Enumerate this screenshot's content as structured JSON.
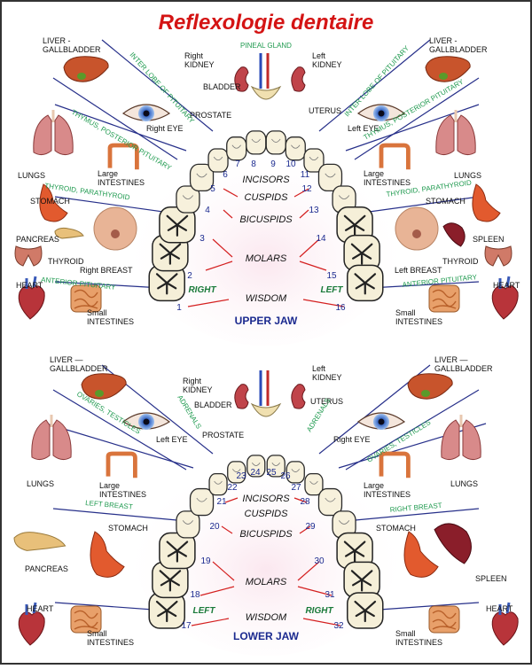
{
  "title": "Reflexologie dentaire",
  "upper": {
    "jaw_label": "UPPER JAW",
    "right_label": "RIGHT",
    "left_label": "LEFT",
    "types": [
      "INCISORS",
      "CUSPIDS",
      "BICUSPIDS",
      "MOLARS",
      "WISDOM"
    ],
    "numbers": [
      "1",
      "2",
      "3",
      "4",
      "5",
      "6",
      "7",
      "8",
      "9",
      "10",
      "11",
      "12",
      "13",
      "14",
      "15",
      "16"
    ],
    "organs_left": [
      "LIVER -\nGALLBLADDER",
      "Right\nKIDNEY",
      "BLADDER",
      "PROSTATE",
      "Right EYE",
      "LUNGS",
      "Large\nINTESTINES",
      "STOMACH",
      "PANCREAS",
      "THYROID",
      "Right BREAST",
      "HEART",
      "Small\nINTESTINES"
    ],
    "organs_right": [
      "LIVER -\nGALLBLADDER",
      "Left\nKIDNEY",
      "UTERUS",
      "Left EYE",
      "LUNGS",
      "Large\nINTESTINES",
      "STOMACH",
      "SPLEEN",
      "THYROID",
      "Left BREAST",
      "HEART",
      "Small\nINTESTINES"
    ],
    "glands": [
      "PINEAL GLAND",
      "INTER LOBE OF PITUITARY",
      "THYMUS, POSTERIOR PITUITARY",
      "THYROID, PARATHYROID",
      "ANTERIOR PITUITARY"
    ]
  },
  "lower": {
    "jaw_label": "LOWER JAW",
    "left_label": "LEFT",
    "right_label": "RIGHT",
    "types": [
      "INCISORS",
      "CUSPIDS",
      "BICUSPIDS",
      "MOLARS",
      "WISDOM"
    ],
    "numbers": [
      "17",
      "18",
      "19",
      "20",
      "21",
      "22",
      "23",
      "24",
      "25",
      "26",
      "27",
      "28",
      "29",
      "30",
      "31",
      "32"
    ],
    "organs_left": [
      "LIVER —\nGALLBLADDER",
      "Right\nKIDNEY",
      "BLADDER",
      "PROSTATE",
      "Left EYE",
      "LUNGS",
      "Large\nINTESTINES",
      "STOMACH",
      "PANCREAS",
      "HEART",
      "Small\nINTESTINES"
    ],
    "organs_right": [
      "LIVER —\nGALLBLADDER",
      "Left\nKIDNEY",
      "UTERUS",
      "Right EYE",
      "LUNGS",
      "Large\nINTESTINES",
      "STOMACH",
      "SPLEEN",
      "HEART",
      "Small\nINTESTINES"
    ],
    "glands": [
      "OVARIES, TESTICLES",
      "ADRENALS",
      "LEFT BREAST",
      "RIGHT BREAST"
    ]
  },
  "colors": {
    "title": "#d41414",
    "gland": "#1f9a4f",
    "number": "#1b2a8f",
    "line_red": "#d42020",
    "line_blue": "#27308a"
  }
}
